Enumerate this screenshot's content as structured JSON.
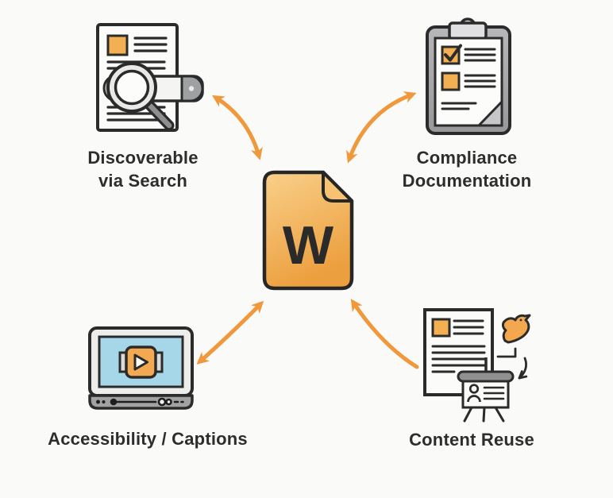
{
  "center": {
    "letter": "W",
    "icon": "word-document-icon"
  },
  "nodes": {
    "search": {
      "line1": "Discoverable",
      "line2": "via Search",
      "icon": "document-with-magnifier"
    },
    "compliance": {
      "line1": "Compliance",
      "line2": "Documentation",
      "icon": "clipboard-checklist"
    },
    "accessibility": {
      "line1": "Accessibility / Captions",
      "icon": "video-player-captions"
    },
    "reuse": {
      "line1": "Content Reuse",
      "icon": "document-bird-presentation"
    }
  },
  "colors": {
    "background": "#FAFAF9",
    "arrow": "#F0993C",
    "center_doc_top": "#F9D08A",
    "center_doc_bottom": "#EC9F3E",
    "accent_orange": "#F2B052",
    "outline": "#2B2B2B",
    "screen_blue": "#A6D7E8"
  }
}
